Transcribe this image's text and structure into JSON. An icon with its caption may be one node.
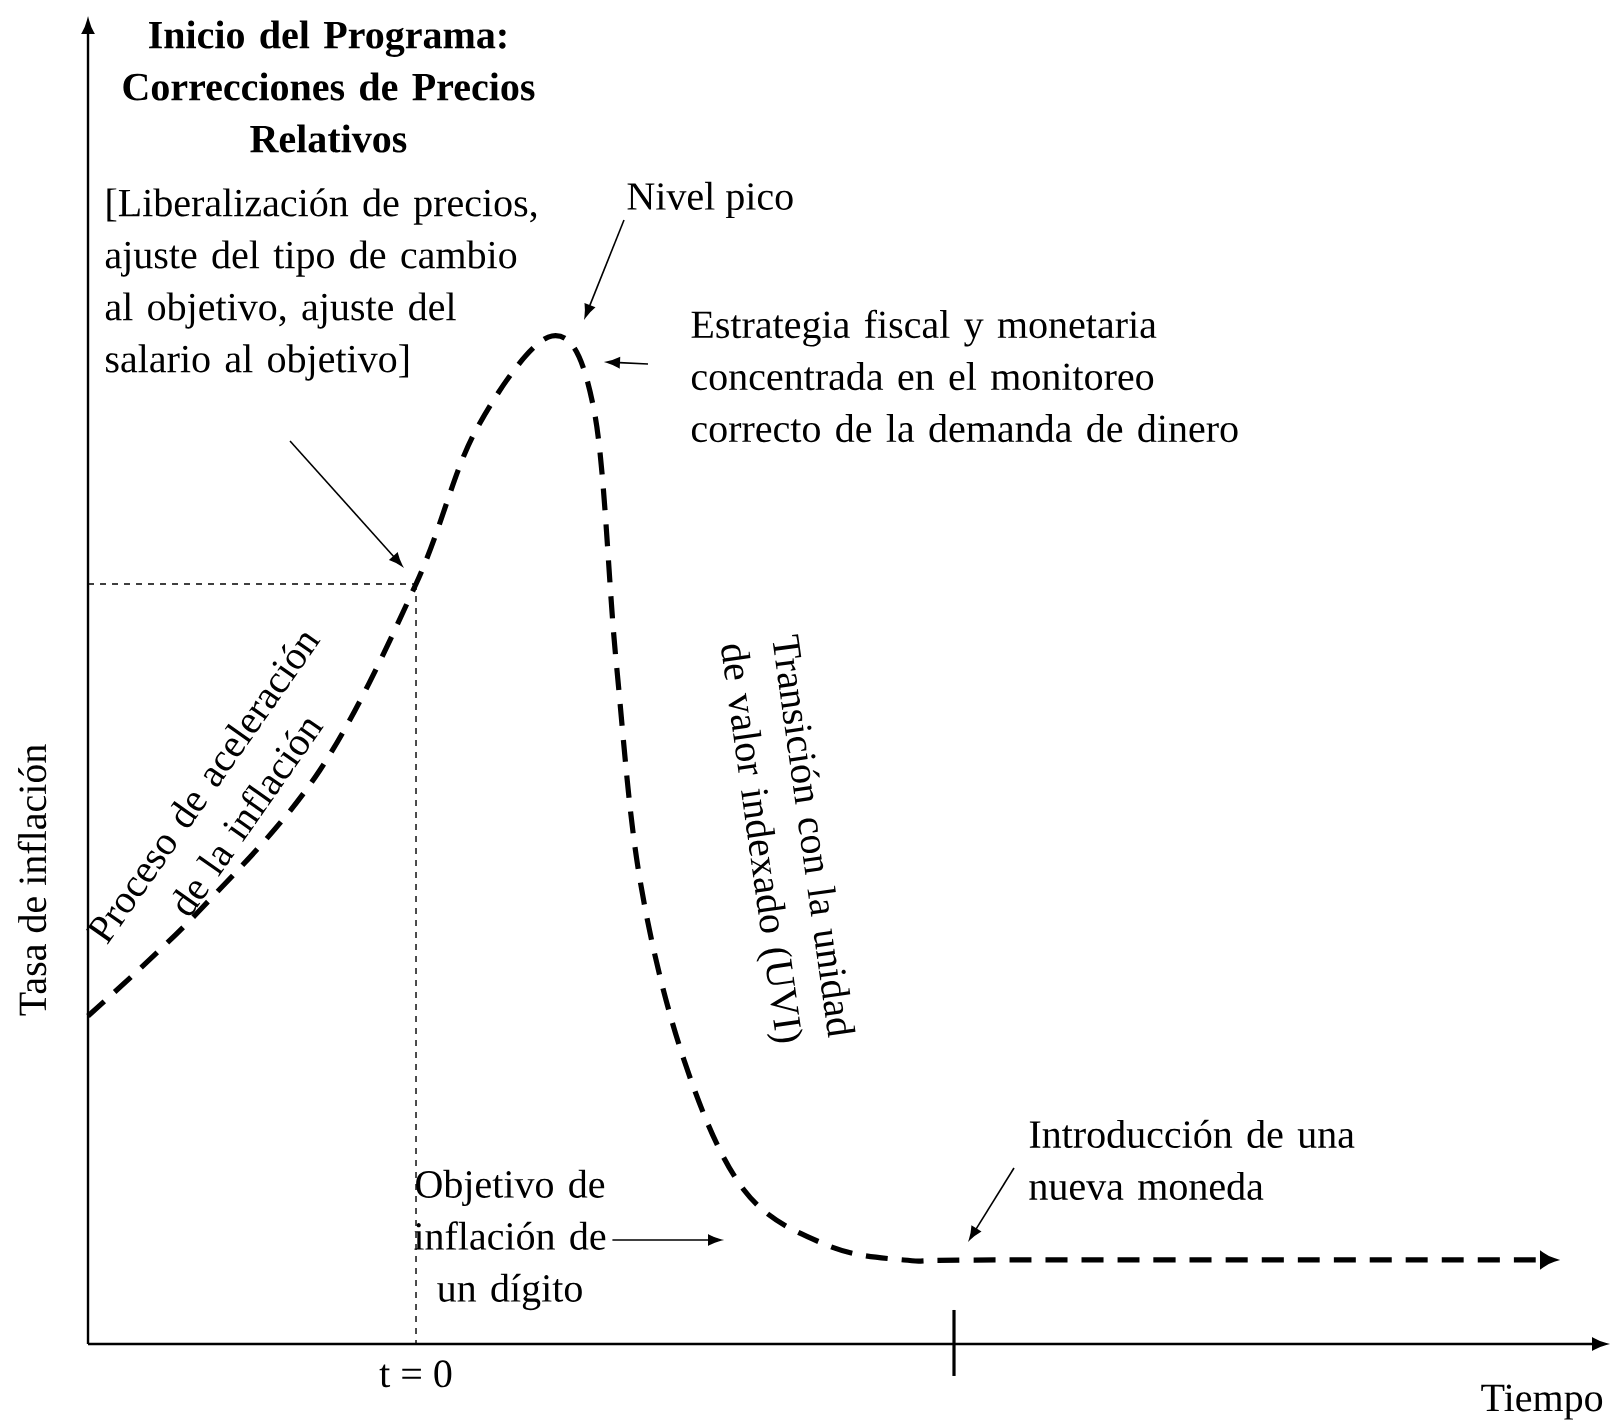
{
  "diagram": {
    "nodes": [
      {
        "text": [
          "Inicio del Programa: Correcciones de Precios Relativos",
          "[Liberalización de precios, ajuste del tipo de cambio al objetivo, ajuste del salario al objetivo]"
        ]
      },
      {
        "text": [
          "Nivel pico"
        ]
      },
      {
        "text": [
          "Estrategia fiscal y monetaria concentrada en el monitoreo correcto de la demanda de dinero"
        ]
      },
      {
        "text": [
          "Objetivo de inflación de un dígito"
        ]
      },
      {
        "text": [
          "Introducción de una nueva moneda"
        ]
      }
    ],
    "edges": [
      {
        "from": 0,
        "to": null,
        "arrow": "to"
      },
      {
        "from": 1,
        "to": null,
        "arrow": "to"
      },
      {
        "from": 2,
        "to": null,
        "arrow": "to"
      },
      {
        "from": 3,
        "to": null,
        "arrow": "to"
      },
      {
        "from": 4,
        "to": null,
        "arrow": "to"
      }
    ],
    "labels": [
      "Proceso de aceleración de la inflación",
      "Transición con la unidad de valor indexado (UVI)",
      "Tasa de inflación",
      "t = 0",
      "Tiempo"
    ]
  }
}
